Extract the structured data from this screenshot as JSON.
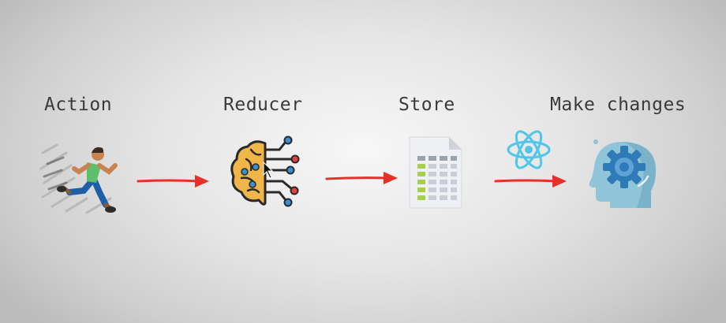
{
  "steps": [
    {
      "label": "Action",
      "icon": "running-man-icon"
    },
    {
      "label": "Reducer",
      "icon": "brain-circuit-icon"
    },
    {
      "label": "Store",
      "icon": "data-sheet-icon"
    },
    {
      "label": "Make changes",
      "icon": "head-gear-icon"
    }
  ],
  "badge": {
    "icon": "react-atom-icon"
  },
  "colors": {
    "arrow": "#e8302a",
    "label": "#3a3a3a",
    "react": "#52c6ea",
    "head": "#8fc4d9",
    "gear": "#2e7bb8",
    "brain": "#f0b64a"
  }
}
